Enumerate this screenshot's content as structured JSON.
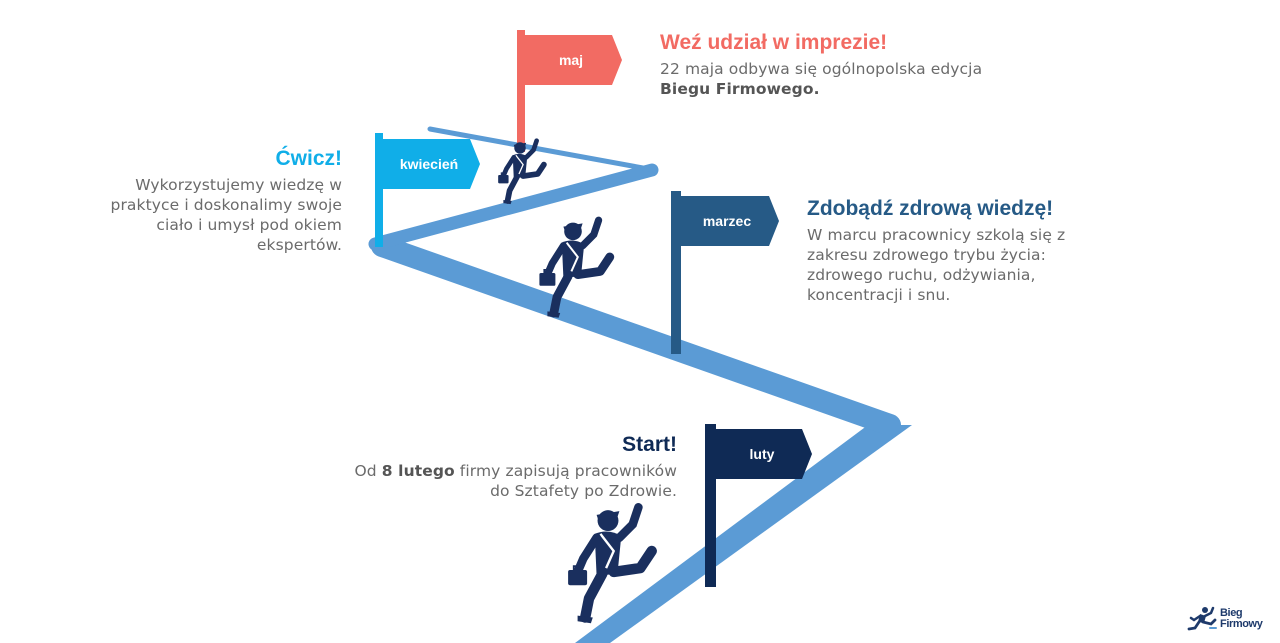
{
  "colors": {
    "path": "#5b9bd5",
    "maj": "#f26b63",
    "kwiecien": "#10aee8",
    "marzec": "#265a86",
    "luty": "#0f2a55",
    "runner": "#1a2f5e",
    "text": "#6b6b6b"
  },
  "flags": {
    "maj": "maj",
    "kwiecien": "kwiecień",
    "marzec": "marzec",
    "luty": "luty"
  },
  "sections": {
    "maj": {
      "title": "Weź udział w imprezie!",
      "text_before": "22 maja odbywa się ogólnopolska edycja ",
      "bold": "Biegu Firmowego.",
      "text_after": ""
    },
    "kwiecien": {
      "title": "Ćwicz!",
      "text": "Wykorzystujemy wiedzę w praktyce i doskonalimy swoje ciało i umysł pod okiem ekspertów."
    },
    "marzec": {
      "title": "Zdobądź zdrową wiedzę!",
      "text": "W marcu pracownicy szkolą się z zakresu zdrowego trybu życia: zdrowego ruchu, odżywiania, koncentracji i snu."
    },
    "luty": {
      "title": "Start!",
      "text_before": "Od ",
      "bold": "8 lutego",
      "text_after": " firmy zapisują pracowników do Sztafety po Zdrowie."
    }
  },
  "logo": {
    "line1": "Bieg",
    "line2": "Firmowy",
    "icon": "runner-icon"
  }
}
